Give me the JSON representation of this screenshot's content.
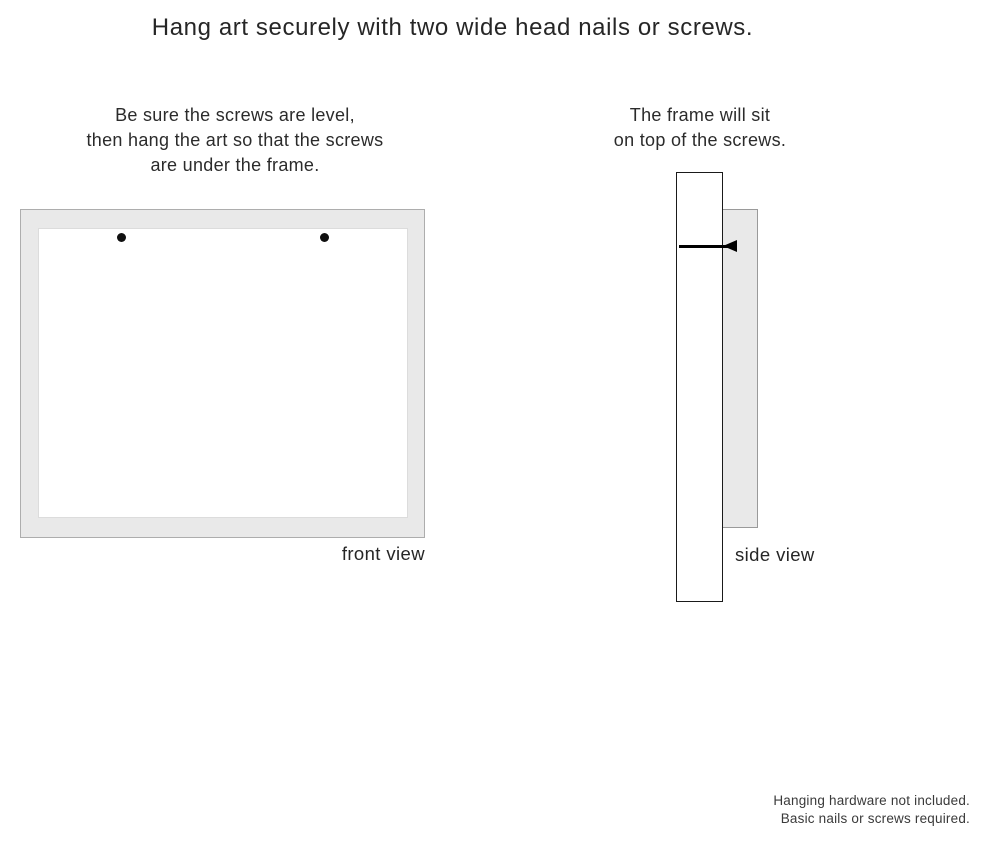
{
  "title": "Hang art securely with two wide head nails or screws.",
  "front_view": {
    "instructions": [
      "Be sure the screws are level,",
      "then hang the art so that the screws",
      "are under the frame."
    ],
    "label": "front view",
    "screw_count": 2
  },
  "side_view": {
    "instructions": [
      "The frame will sit",
      "on top of the screws."
    ],
    "label": "side view"
  },
  "footer": {
    "lines": [
      "Hanging hardware not included.",
      "Basic nails or screws required."
    ]
  },
  "icons": {
    "screw_dot": "filled-circle",
    "screw_side": "nail-pointing-left"
  },
  "colors": {
    "background": "#ffffff",
    "frame_fill": "#e9e9e9",
    "frame_border": "#adadad",
    "side_frame_border": "#1a1a1a",
    "text": "#2b2b2b",
    "screw": "#000000"
  }
}
